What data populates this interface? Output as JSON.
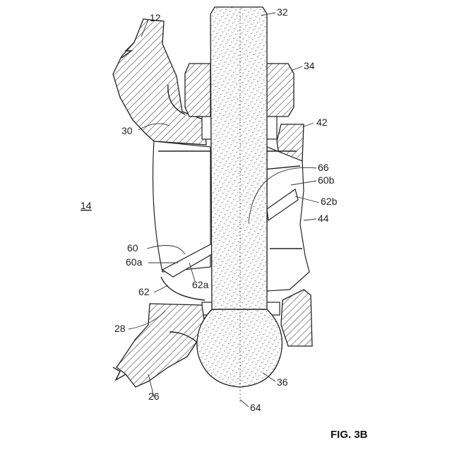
{
  "figure_label": "FIG. 3B",
  "assembly_ref": "14",
  "reference_numerals": {
    "n12": "12",
    "n32": "32",
    "n34": "34",
    "n30": "30",
    "n42": "42",
    "n66": "66",
    "n60b": "60b",
    "n62b": "62b",
    "n44": "44",
    "n60": "60",
    "n60a": "60a",
    "n62a": "62a",
    "n62": "62",
    "n28": "28",
    "n26": "26",
    "n36": "36",
    "n64": "64"
  }
}
